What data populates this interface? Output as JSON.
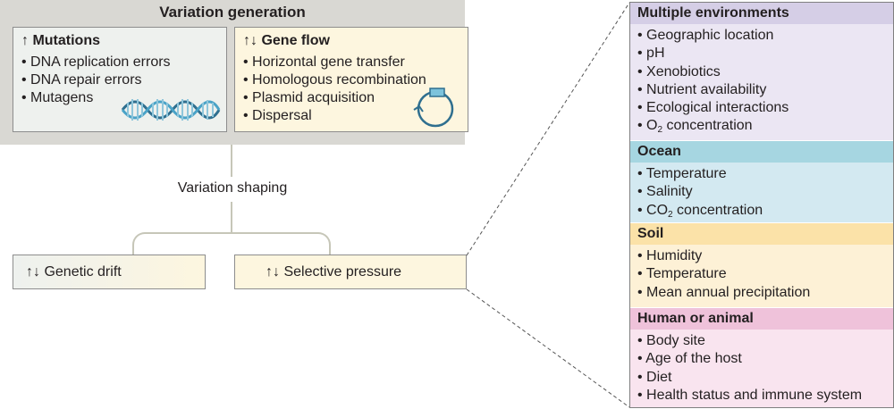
{
  "generation": {
    "title": "Variation generation",
    "mutations": {
      "arrows": "↑",
      "heading": "Mutations",
      "items": [
        "DNA replication errors",
        "DNA repair errors",
        "Mutagens"
      ],
      "icon": "dna-helix-icon"
    },
    "gene_flow": {
      "arrows": "↑↓",
      "heading": "Gene flow",
      "items": [
        "Horizontal gene transfer",
        "Homologous recombination",
        "Plasmid acquisition",
        "Dispersal"
      ],
      "icon": "plasmid-icon"
    }
  },
  "shaping": {
    "label": "Variation shaping",
    "drift": "↑↓ Genetic drift",
    "pressure": "↑↓ Selective pressure"
  },
  "environments": {
    "multiple": {
      "title": "Multiple environments",
      "items": [
        "Geographic location",
        "pH",
        "Xenobiotics",
        "Nutrient availability",
        "Ecological interactions"
      ],
      "o2_prefix": "O",
      "o2_sub": "2",
      "o2_suffix": " concentration"
    },
    "ocean": {
      "title": "Ocean",
      "items": [
        "Temperature",
        "Salinity"
      ],
      "co2_prefix": "CO",
      "co2_sub": "2",
      "co2_suffix": " concentration"
    },
    "soil": {
      "title": "Soil",
      "items": [
        "Humidity",
        "Temperature",
        "Mean annual precipitation"
      ]
    },
    "human": {
      "title": "Human or animal",
      "items": [
        "Body site",
        "Age of the host",
        "Diet",
        "Health status and immune system"
      ]
    }
  },
  "colors": {
    "panel_grey": "#d9d8d3",
    "multiple_head": "#d5cee6",
    "multiple_body": "#ebe6f3",
    "ocean_head": "#a6d6e1",
    "ocean_body": "#d3e9f1",
    "soil_head": "#fbe2a8",
    "soil_body": "#fdf1d6",
    "human_head": "#efc2da",
    "human_body": "#f9e4ef",
    "dna_blue": "#4aa3c7"
  }
}
